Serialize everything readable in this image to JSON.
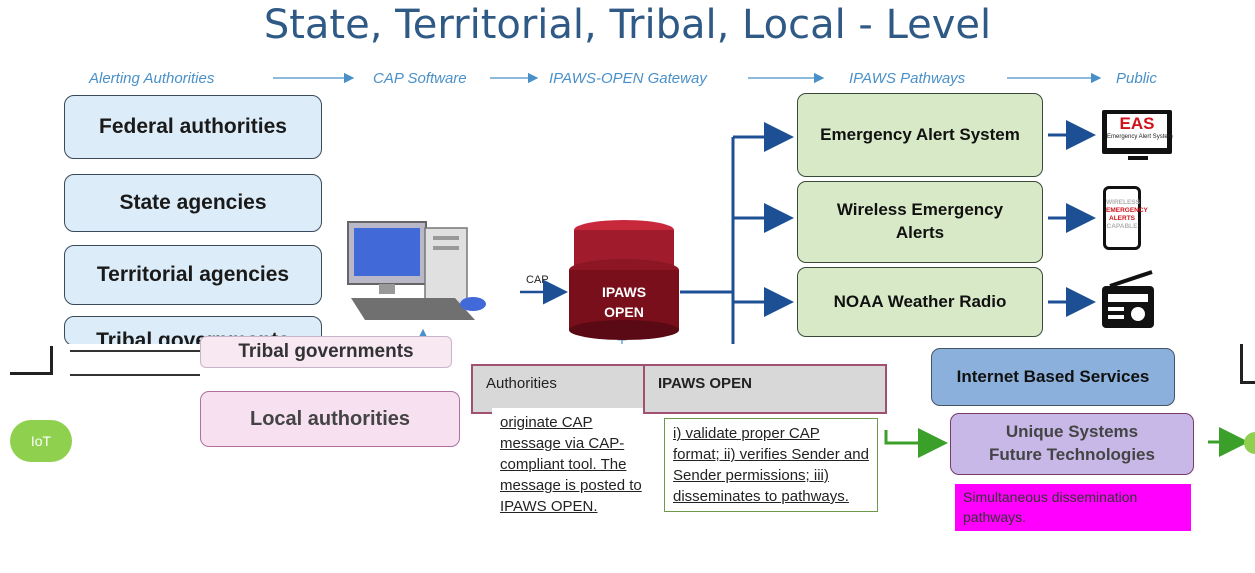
{
  "title": "State, Territorial, Tribal, Local - Level",
  "steps": [
    "Alerting Authorities",
    "CAP Software",
    "IPAWS-OPEN Gateway",
    "IPAWS Pathways",
    "Public"
  ],
  "authorities": [
    "Federal authorities",
    "State agencies",
    "Territorial agencies",
    "Tribal governments",
    "Local authorities"
  ],
  "cap_label": "CAP",
  "gateway": {
    "line1": "IPAWS",
    "line2": "OPEN"
  },
  "pathways": [
    "Emergency Alert System",
    "Wireless Emergency Alerts",
    "NOAA Weather Radio",
    "Internet Based Services",
    "Unique Systems Future Technologies"
  ],
  "public_icons": {
    "eas": "EAS",
    "eas_sub": "Emergency Alert System",
    "wea": [
      "WIRELESS",
      "EMERGENCY",
      "ALERTS",
      "CAPABLE"
    ]
  },
  "iot_label": "IoT",
  "notes": {
    "authorities_header": "Authorities",
    "authorities_body": "originate CAP message via CAP-compliant tool. The message is posted to IPAWS OPEN.",
    "ipaws_header": "IPAWS OPEN",
    "ipaws_body": "i) validate proper CAP format; ii) verifies Sender and Sender permissions; iii) disseminates to pathways.",
    "simultaneous": "Simultaneous dissemination pathways."
  },
  "colors": {
    "title": "#2f5a86",
    "arrow": "#1d4f95",
    "authority_fill": "#dcecf8",
    "pathway_fill": "#d8e9c8",
    "magenta": "#ff00ff",
    "iot": "#8fd14f"
  }
}
